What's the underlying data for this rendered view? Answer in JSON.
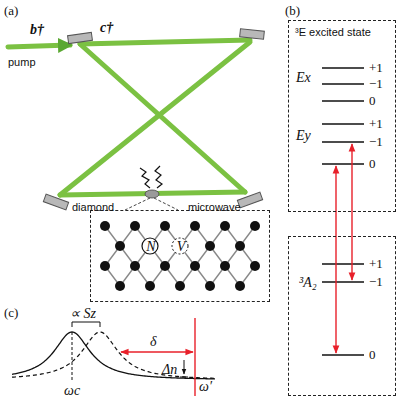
{
  "diagram": {
    "nodes": [
      {
        "text": [
          "N",
          "V"
        ]
      },
      {
        "text": [
          "³E excited state"
        ]
      },
      {
        "text": [
          "³A₂"
        ]
      }
    ],
    "labels": [
      "(a)",
      "b†",
      "c†",
      "pump",
      "diamond",
      "microwave",
      "(b)",
      "Ex",
      "+1",
      "−1",
      "0",
      "Ey",
      "+1",
      "−1",
      "0",
      "+1",
      "−1",
      "0",
      "(c)",
      "∝ Sz",
      "δ",
      "Δn",
      "ωc",
      "ω′"
    ]
  }
}
